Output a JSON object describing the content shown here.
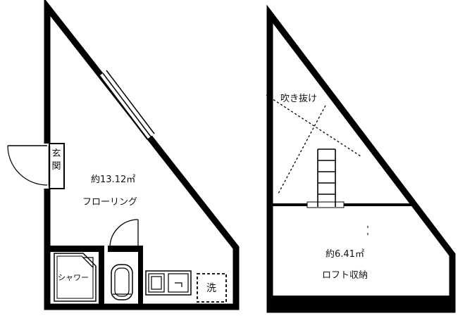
{
  "floor1": {
    "area": "約13.12㎡",
    "room_type": "フローリング",
    "entrance": "玄関",
    "shower": "シャワー",
    "washer": "洗"
  },
  "loft": {
    "void": "吹き抜け",
    "area": "約6.41㎡",
    "storage": "ロフト収納"
  }
}
